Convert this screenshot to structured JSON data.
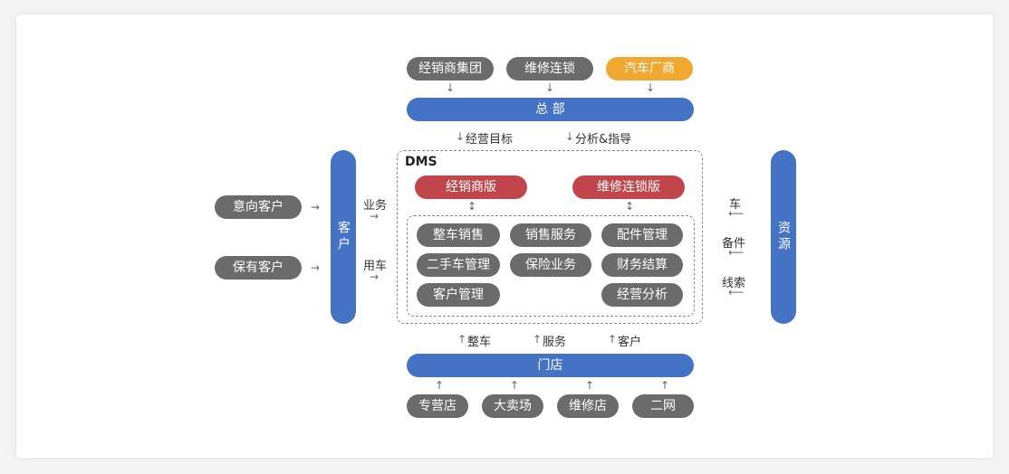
{
  "top_sources": [
    "经销商集团",
    "维修连锁",
    "汽车厂商"
  ],
  "hq": "总 部",
  "hq_labels": [
    "经营目标",
    "分析&指导"
  ],
  "dms": {
    "title": "DMS",
    "editions": [
      "经销商版",
      "维修连锁版"
    ],
    "modules": [
      "整车销售",
      "销售服务",
      "配件管理",
      "二手车管理",
      "保险业务",
      "财务结算",
      "客户管理",
      "经营分析"
    ]
  },
  "customer_bar": "客户",
  "customer_items": [
    "意向客户",
    "保有客户"
  ],
  "customer_labels": [
    "业务",
    "用车"
  ],
  "resource_bar": "资源",
  "resource_labels": [
    "车",
    "备件",
    "线索"
  ],
  "store_labels": [
    "整车",
    "服务",
    "客户"
  ],
  "store": "门店",
  "store_types": [
    "专营店",
    "大卖场",
    "维修店",
    "二网"
  ],
  "colors": {
    "gray": "#6b6b6b",
    "orange": "#f0a830",
    "blue": "#4472c4",
    "red": "#c0464c"
  }
}
